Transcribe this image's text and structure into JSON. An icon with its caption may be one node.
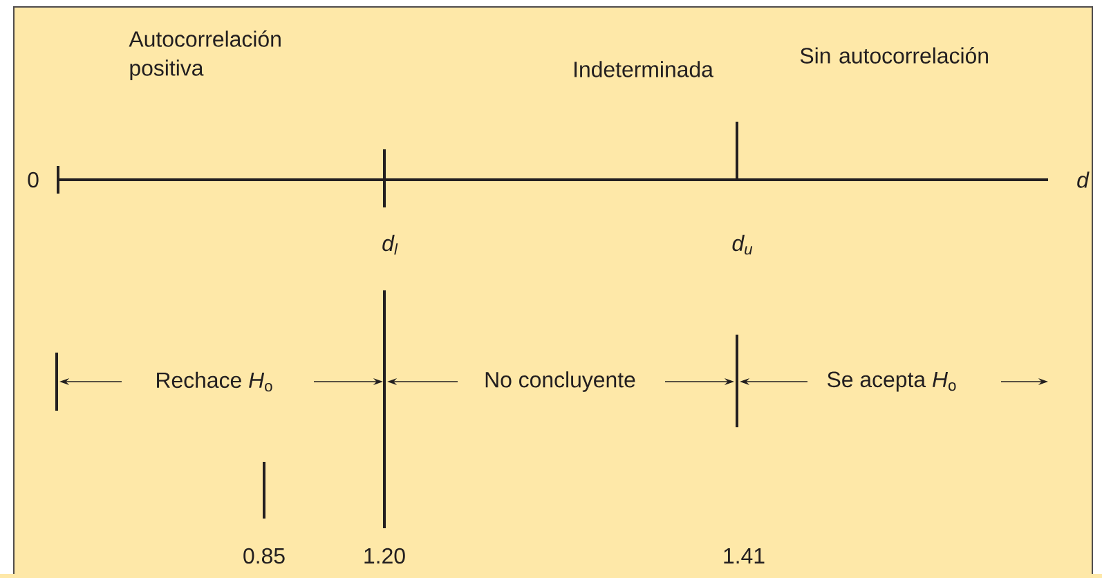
{
  "diagram": {
    "labels": [
      "Autocorrelación positiva",
      "Indeterminada",
      "Sin autocorrelación",
      "0",
      "d",
      "d$_{l}$",
      "d$_{u}$",
      "Rechace *H*$_{o}$",
      "No concluyente",
      "Se acepta *H*$_{o}$",
      "0.85",
      "1.20",
      "1.41"
    ]
  }
}
